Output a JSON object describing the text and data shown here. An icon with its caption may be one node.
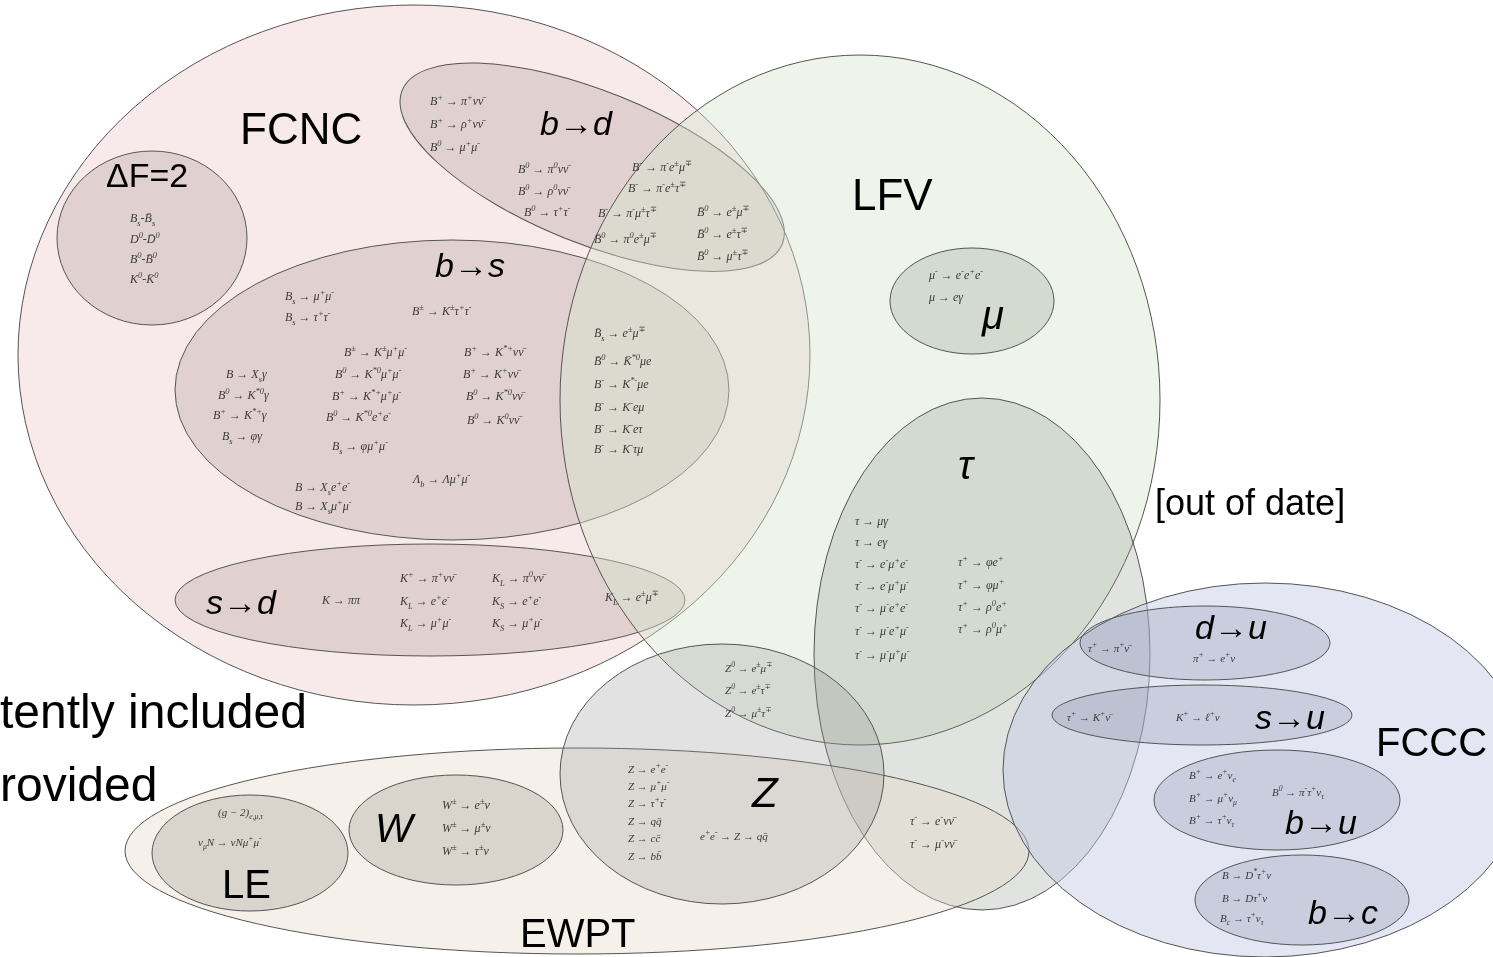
{
  "diagram": {
    "nodes": [
      {
        "text": [
          "FCNC"
        ]
      },
      {
        "text": [
          "ΔF=2",
          "B$_{s}$-B̄$_{s}$",
          "D$^{0}$-D̄$^{0}$",
          "B$^{0}$-B̄$^{0}$",
          "K$^{0}$-K̄$^{0}$"
        ],
        "in": 0
      },
      {
        "text": [
          "B$^{+}$ → π$^{+}$νν̄",
          "b→d",
          "B$^{+}$ → ρ$^{+}$νν̄",
          "B$^{0}$ → μ$^{+}$μ$^{-}$",
          "B$^{0}$ → π$^{0}$νν̄",
          "B$^{-}$ → π$^{-}$e$^{±}$μ$^{∓}$",
          "B$^{0}$ → ρ$^{0}$νν̄",
          "B$^{-}$ → π$^{-}$e$^{±}$τ$^{∓}$",
          "B$^{0}$ → τ$^{+}$τ$^{-}$",
          "B$^{-}$ → π$^{-}$μ$^{±}$τ$^{∓}$",
          "B̄$^{0}$ → e$^{±}$μ$^{∓}$",
          "B̄$^{0}$ → π$^{0}$e$^{±}$μ$^{∓}$",
          "B̄$^{0}$ → e$^{±}$τ$^{∓}$",
          "B̄$^{0}$ → μ$^{±}$τ$^{∓}$"
        ],
        "in": 0
      },
      {
        "text": [
          "b→s",
          "B$_{s}$ → μ$^{+}$μ$^{-}$",
          "B$_{s}$ → τ$^{+}$τ$^{-}$",
          "B$^{±}$ → K$^{±}$τ$^{+}$τ$^{-}$",
          "B$^{±}$ → K$^{±}$μ$^{+}$μ$^{-}$",
          "B$^{+}$ → K$^{*+}$νν̄",
          "B → X$_{s}$γ",
          "B$^{0}$ → K$^{*0}$μ$^{+}$μ$^{-}$",
          "B$^{+}$ → K$^{+}$νν̄",
          "B$^{0}$ → K$^{*0}$γ",
          "B$^{+}$ → K$^{*+}$μ$^{+}$μ$^{-}$",
          "B$^{0}$ → K$^{*0}$νν̄",
          "B$^{+}$ → K$^{*+}$γ",
          "B$^{0}$ → K$^{*0}$e$^{+}$e$^{-}$",
          "B$^{0}$ → K$^{0}$νν̄",
          "B$_{s}$ → φγ",
          "B$_{s}$ → φμ$^{+}$μ$^{-}$",
          "Λ$_{b}$ → Λμ$^{+}$μ$^{-}$",
          "B → X$_{s}$e$^{+}$e$^{-}$",
          "B → X$_{s}$μ$^{+}$μ$^{-}$",
          "B̄$_{s}$ → e$^{±}$μ$^{∓}$",
          "B̄$^{0}$ → K̄$^{*0}$μe",
          "B$^{-}$ → K$^{*-}$μe",
          "B$^{-}$ → K$^{-}$eμ",
          "B$^{-}$ → K$^{-}$eτ",
          "B$^{-}$ → K$^{-}$τμ"
        ],
        "in": 0
      },
      {
        "text": [
          "s→d",
          "K → ππ",
          "K$^{+}$ → π$^{+}$νν̄",
          "K$_{L}$ → π$^{0}$νν̄",
          "K$_{L}$ → e$^{+}$e$^{-}$",
          "K$_{S}$ → e$^{+}$e$^{-}$",
          "K$_{L}$ → μ$^{+}$μ$^{-}$",
          "K$_{S}$ → μ$^{+}$μ$^{-}$",
          "K$_{L}$ → e$^{±}$μ$^{∓}$"
        ],
        "in": 0
      },
      {
        "text": [
          "LFV"
        ]
      },
      {
        "text": [
          "μ$^{-}$ → e$^{-}$e$^{+}$e$^{-}$",
          "μ → eγ",
          "μ"
        ],
        "in": 5
      },
      {
        "text": [
          "τ",
          "τ → μγ",
          "τ → eγ",
          "τ$^{-}$ → e$^{-}$μ$^{+}$e$^{-}$",
          "τ$^{+}$ → φe$^{+}$",
          "τ$^{-}$ → e$^{-}$μ$^{+}$μ$^{-}$",
          "τ$^{+}$ → φμ$^{+}$",
          "τ$^{-}$ → μ$^{-}$e$^{+}$e$^{-}$",
          "τ$^{+}$ → ρ$^{0}$e$^{+}$",
          "τ$^{-}$ → μ$^{-}$e$^{+}$μ$^{-}$",
          "τ$^{+}$ → ρ$^{0}$μ$^{+}$",
          "τ$^{-}$ → μ$^{-}$μ$^{+}$μ$^{-}$",
          "τ$^{-}$ → e$^{-}$νν̄",
          "τ$^{-}$ → μ$^{-}$νν̄"
        ]
      },
      {
        "text": [
          "EWPT"
        ]
      },
      {
        "text": [
          "(g − 2)$_{e,μ,τ}$",
          "ν$_{μ}$N → νNμ$^{+}$μ$^{-}$",
          "LE"
        ],
        "in": 8
      },
      {
        "text": [
          "W",
          "W$^{±}$ → e$^{±}$ν",
          "W$^{±}$ → μ$^{±}$ν",
          "W$^{±}$ → τ$^{±}$ν"
        ],
        "in": 8
      },
      {
        "text": [
          "Z$^{0}$ → e$^{±}$μ$^{∓}$",
          "Z$^{0}$ → e$^{±}$τ$^{∓}$",
          "Z$^{0}$ → μ$^{±}$τ$^{∓}$",
          "Z → e$^{+}$e$^{-}$",
          "Z → μ$^{+}$μ$^{-}$",
          "Z",
          "Z → τ$^{+}$τ$^{-}$",
          "Z → qq̄",
          "e$^{+}$e$^{-}$ → Z → qq̄",
          "Z → cc̄",
          "Z → bb̄"
        ]
      },
      {
        "text": [
          "FCCC"
        ]
      },
      {
        "text": [
          "d→u",
          "τ$^{+}$ → π$^{+}$ν̄",
          "π$^{+}$ → e$^{+}$ν"
        ],
        "in": 12
      },
      {
        "text": [
          "τ$^{+}$ → K$^{+}$ν̄",
          "K$^{+}$ → ℓ$^{+}$ν",
          "s→u"
        ],
        "in": 12
      },
      {
        "text": [
          "B$^{+}$ → e$^{+}$ν$_{e}$",
          "B$^{0}$ → π$^{-}$τ$^{+}$ν$_{τ}$",
          "B$^{+}$ → μ$^{+}$ν$_{μ}$",
          "B$^{+}$ → τ$^{+}$ν$_{τ}$",
          "b→u"
        ],
        "in": 12
      },
      {
        "text": [
          "B → D$^{*}$τ$^{+}$ν",
          "B → Dτ$^{+}$ν",
          "b→c",
          "B$_{c}$ → τ$^{+}$ν$_{τ}$"
        ],
        "in": 12
      }
    ],
    "labels": [
      "[out of date]",
      "tently included",
      "rovided"
    ]
  }
}
